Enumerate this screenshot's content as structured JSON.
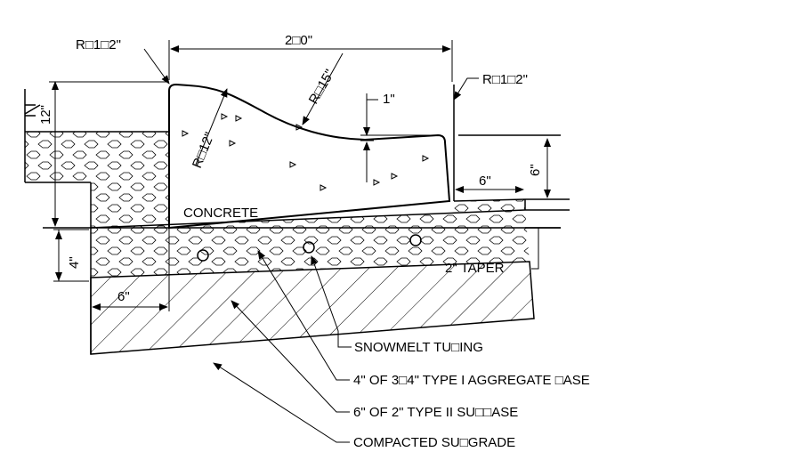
{
  "labels": {
    "radius_top_left": "R□1□2\"",
    "radius_top_right": "R□1□2\"",
    "width_top": "2□0\"",
    "radius_15": "R□15\"",
    "radius_12": "R□12\"",
    "dim_1in": "1\"",
    "dim_6in_right_h": "6\"",
    "dim_6in_right_v": "6\"",
    "dim_12in": "12\"",
    "dim_4in": "4\"",
    "dim_6in_bottom": "6\"",
    "concrete": "CONCRETE",
    "taper": "2\" TAPER",
    "snowmelt": "SNOWMELT TU□ING",
    "aggregate_base": "4\" OF 3□4\" TYPE I AGGREGATE □ASE",
    "subbase": "6\" OF 2\" TYPE II SU□□ASE",
    "subgrade": "COMPACTED SU□GRADE"
  }
}
